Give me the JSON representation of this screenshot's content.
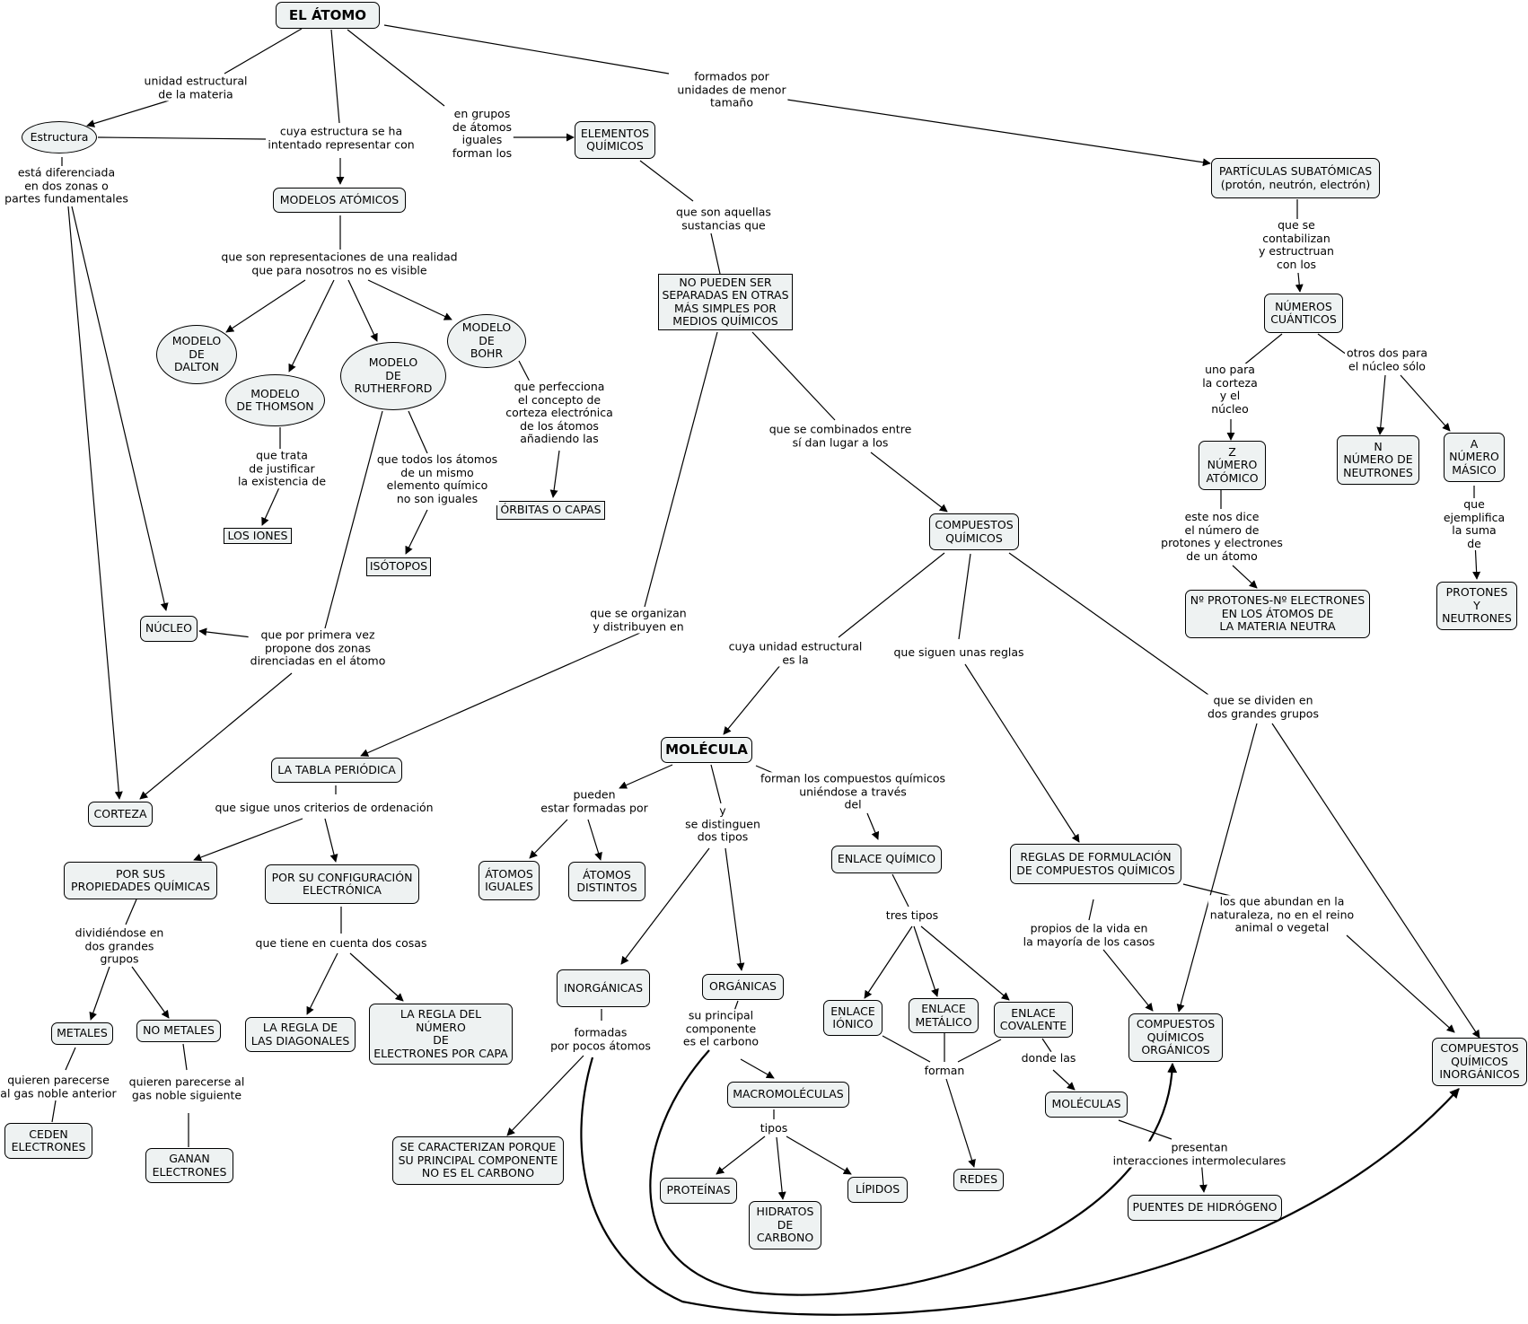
{
  "nodes": {
    "atomo": "EL ÁTOMO",
    "estructura": "Estructura",
    "modelos": "MODELOS ATÓMICOS",
    "elementos": "ELEMENTOS\nQUÍMICOS",
    "particulas": "PARTÍCULAS SUBATÓMICAS\n(protón, neutrón, electrón)",
    "dalton": "MODELO\nDE\nDALTON",
    "thomson": "MODELO\nDE THOMSON",
    "rutherford": "MODELO\nDE\nRUTHERFORD",
    "bohr": "MODELO\nDE\nBOHR",
    "no_separadas": "NO PUEDEN SER\nSEPARADAS EN OTRAS\nMÁS SIMPLES POR\nMEDIOS QUÍMICOS",
    "numeros": "NÚMEROS\nCUÁNTICOS",
    "iones": "LOS IONES",
    "isotopos": "ISÓTOPOS",
    "orbitas": "ÓRBITAS O CAPAS",
    "compuestos": "COMPUESTOS\nQUÍMICOS",
    "z": "Z\nNÚMERO\nATÓMICO",
    "n": "N\nNÚMERO DE\nNEUTRONES",
    "a": "A\nNÚMERO\nMÁSICO",
    "nucleo": "NÚCLEO",
    "protones_electrones": "Nº PROTONES-Nº ELECTRONES\nEN LOS ÁTOMOS DE\nLA MATERIA NEUTRA",
    "protones_neutrones": "PROTONES\nY\nNEUTRONES",
    "molecula": "MOLÉCULA",
    "tabla": "LA TABLA PERIÓDICA",
    "corteza": "CORTEZA",
    "propiedades": "POR SUS\nPROPIEDADES QUÍMICAS",
    "configuracion": "POR SU CONFIGURACIÓN\nELECTRÓNICA",
    "atomos_iguales": "ÁTOMOS\nIGUALES",
    "atomos_distintos": "ÁTOMOS\nDISTINTOS",
    "enlace": "ENLACE QUÍMICO",
    "reglas": "REGLAS DE FORMULACIÓN\nDE COMPUESTOS QUÍMICOS",
    "metales": "METALES",
    "no_metales": "NO METALES",
    "diagonales": "LA REGLA DE\nLAS DIAGONALES",
    "regla_numero": "LA REGLA DEL\nNÚMERO\nDE\nELECTRONES POR CAPA",
    "inorganicas": "INORGÁNICAS",
    "organicas": "ORGÁNICAS",
    "ionico": "ENLACE\nIÓNICO",
    "metalico": "ENLACE\nMETÁLICO",
    "covalente": "ENLACE\nCOVALENTE",
    "organicos": "COMPUESTOS\nQUÍMICOS\nORGÁNICOS",
    "inorganicos": "COMPUESTOS\nQUÍMICOS\nINORGÁNICOS",
    "macromoleculas": "MACROMOLÉCULAS",
    "moleculas": "MOLÉCULAS",
    "ceden": "CEDEN\nELECTRONES",
    "ganan": "GANAN\nELECTRONES",
    "caracterizan": "SE CARACTERIZAN PORQUE\nSU PRINCIPAL COMPONENTE\nNO ES EL CARBONO",
    "proteinas": "PROTEÍNAS",
    "hidratos": "HIDRATOS\nDE\nCARBONO",
    "lipidos": "LÍPIDOS",
    "redes": "REDES",
    "puentes": "PUENTES DE HIDRÓGENO"
  },
  "links": {
    "unidad": "unidad estructural\nde la materia",
    "cuya_estructura": "cuya estructura se ha\nintentado representar con",
    "en_grupos": "en grupos\nde átomos\niguales\nforman los",
    "formados": "formados por\nunidades de menor\ntamaño",
    "diferenciada": "está diferenciada\nen dos zonas o\npartes fundamentales",
    "representaciones": "que son representaciones de una realidad\nque para nosotros no es visible",
    "aquellas": "que son aquellas\nsustancias que",
    "contabilizan": "que se\ncontabilizan\ny estructruan\ncon los",
    "justificar": "que trata\nde justificar\nla existencia de",
    "todos_atomos": "que todos los átomos\nde un mismo\nelemento químico\nno son iguales",
    "perfecciona": "que perfecciona\nel concepto de\ncorteza electrónica\nde los átomos\nañadiendo las",
    "combinados": "que se combinados entre\nsí dan lugar a los",
    "uno_corteza": "uno para\nla corteza\ny el\nnúcleo",
    "otros_dos": "otros dos para\nel núcleo sólo",
    "nos_dice": "este nos dice\nel número de\nprotones y electrones\nde un átomo",
    "ejemplifica": "que ejemplifica\nla suma de",
    "organizan": "que se organizan\ny distribuyen en",
    "primera_vez": "que por primera vez\npropone dos zonas\ndirenciadas en el átomo",
    "unidad_es": "cuya unidad estructural\nes la",
    "siguen_reglas": "que siguen unas reglas",
    "dividen": "que se dividen en\ndos grandes grupos",
    "criterios": "que sigue unos criterios de ordenación",
    "pueden": "pueden\nestar formadas por",
    "distinguen": "y\nse distinguen\ndos tipos",
    "forman_compuestos": "forman los compuestos químicos\nuniéndose a través\ndel",
    "dividiendose": "dividiéndose en\ndos grandes\ngrupos",
    "dos_cosas": "que tiene en cuenta dos cosas",
    "tres_tipos": "tres tipos",
    "propios": "propios de la vida en\nla mayoría de los casos",
    "abundan": "los que abundan en la\nnaturaleza, no en el reino\nanimal o vegetal",
    "anterior": "quieren parecerse\nal gas noble anterior",
    "siguiente": "quieren parecerse al\ngas noble siguiente",
    "pocos_atomos": "formadas\npor pocos átomos",
    "principal": "su principal\ncomponente\nes el carbono",
    "tipos": "tipos",
    "forman": "forman",
    "donde": "donde las",
    "presentan": "presentan\ninteracciones intermoleculares"
  }
}
